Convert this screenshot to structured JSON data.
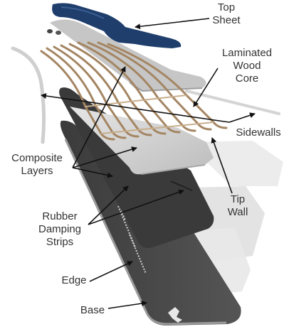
{
  "labels": {
    "top_sheet": [
      "Top",
      "Sheet"
    ],
    "laminated_wood_core": [
      "Laminated",
      "Wood",
      "Core"
    ],
    "sidewalls": "Sidewalls",
    "composite_layers": [
      "Composite",
      "Layers"
    ],
    "tip_wall": [
      "Tip",
      "Wall"
    ],
    "rubber_damping_strips": [
      "Rubber",
      "Damping",
      "Strips"
    ],
    "edge": "Edge",
    "base": "Base"
  },
  "colors": {
    "top_sheet": "#1f3e6c",
    "wood": "#a48562",
    "composite": "#c9c9c9",
    "rubber": "#3a3a3a",
    "base": "#4a4a4a",
    "edge": "#8a8a8a",
    "arrow": "#111111",
    "text": "#333333"
  }
}
